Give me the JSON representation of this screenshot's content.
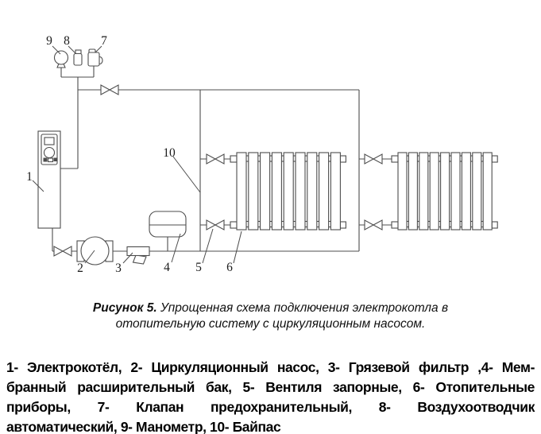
{
  "diagram": {
    "callouts": {
      "boiler": "1",
      "pump": "2",
      "filter": "3",
      "tank": "4",
      "shutoff_valves": "5",
      "radiator": "6",
      "safety_valve": "7",
      "air_vent": "8",
      "manometer": "9",
      "bypass": "10"
    },
    "radiators": [
      {
        "sections": 9
      },
      {
        "sections": 9
      }
    ],
    "line_color": "#4d4d4d"
  },
  "caption": {
    "figure_label": "Рисунок 5.",
    "line1_rest": "Упрощенная схема подключения электрокотла в",
    "line2": "отопительную систему с циркуляционным насосом."
  },
  "legend": {
    "lines": [
      "1- Электрокотёл, 2- Циркуляционный насос, 3- Грязевой фильтр ,4- Мем-",
      "бранный расширительный бак, 5- Вентиля запорные, 6- Отопительные",
      "приборы, 7- Клапан предохранительный, 8- Воздухоотводчик",
      "автоматический, 9- Манометр, 10- Байпас"
    ]
  }
}
